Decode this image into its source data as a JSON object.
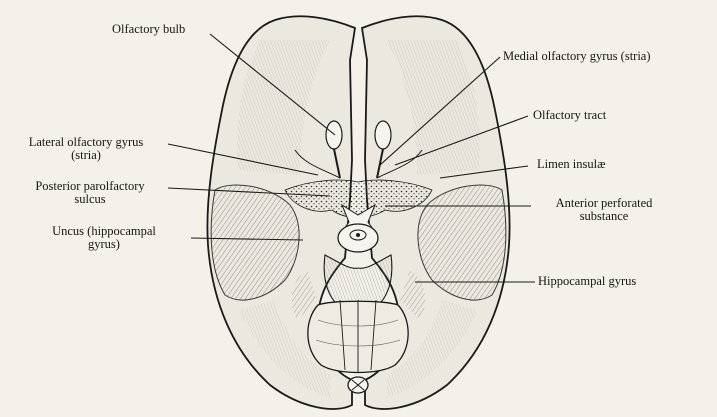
{
  "labels": {
    "olfactory_bulb": "Olfactory bulb",
    "medial_olfactory_gyrus": "Medial olfactory gyrus (stria)",
    "olfactory_tract": "Olfactory tract",
    "lateral_olfactory_gyrus_line1": "Lateral olfactory gyrus",
    "lateral_olfactory_gyrus_line2": "(stria)",
    "limen_insulae": "Limen insulæ",
    "posterior_parolfactory_line1": "Posterior parolfactory",
    "posterior_parolfactory_line2": "sulcus",
    "anterior_perforated_line1": "Anterior perforated",
    "anterior_perforated_line2": "substance",
    "uncus_line1": "Uncus (hippocampal",
    "uncus_line2": "gyrus)",
    "hippocampal_gyrus": "Hippocampal gyrus"
  },
  "colors": {
    "paper": "#f3f1ea",
    "ink": "#1a1a1a",
    "stipple": "#3a3a3a"
  }
}
